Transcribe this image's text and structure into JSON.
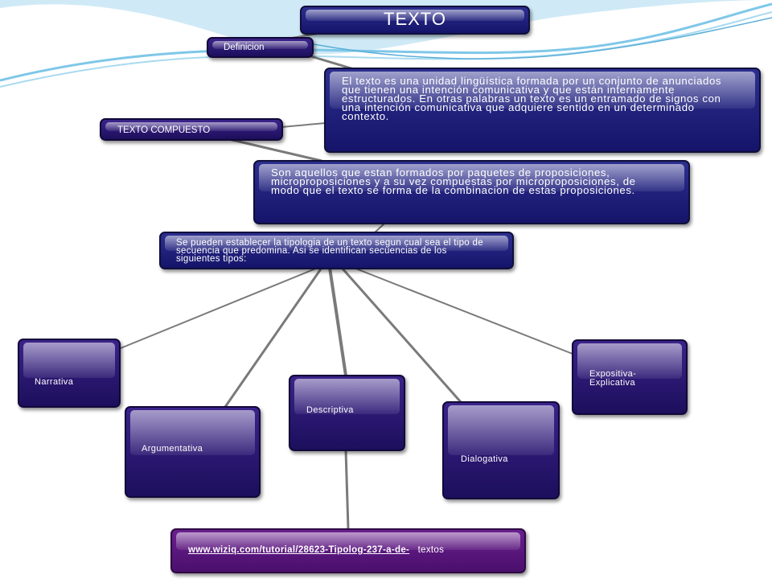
{
  "colors": {
    "node_blue": "#1f1f7a",
    "node_purple": "#2a1670",
    "link_box": "#5a177c",
    "connector": "#7a7a7a",
    "swoosh": "#7fc7e8"
  },
  "title": "TEXTO",
  "definicion": {
    "label": "Definicion",
    "text": "El texto es una unidad lingüística formada por un conjunto de anunciados que tienen una intención comunicativa y que están internamente estructurados. En otras palabras un texto es un entramado de signos con una intención comunicativa que adquiere sentido en un determinado contexto."
  },
  "compuesto": {
    "label": "TEXTO COMPUESTO",
    "text": "Son aquellos que estan formados por paquetes de proposiciones, microproposiciones y a su vez compuestas por microproposiciones, de modo que el texto se forma de la combinacion de estas proposiciones."
  },
  "tipologia": {
    "text": "Se pueden establecer  la tipologia de un texto segun cual sea el tipo de secuencia que predomina.  Asi se identifican secuencias de los siguientes tipos:"
  },
  "tipos": {
    "narrativa": "Narrativa",
    "argumentativa": "Argumentativa",
    "descriptiva": "Descriptiva",
    "dialogativa": "Dialogativa",
    "expositiva": "Expositiva-\nExplicativa"
  },
  "link": {
    "url_text": "www.wiziq.com/tutorial/28623-Tipolog-237-a-de-",
    "suffix": "textos"
  }
}
